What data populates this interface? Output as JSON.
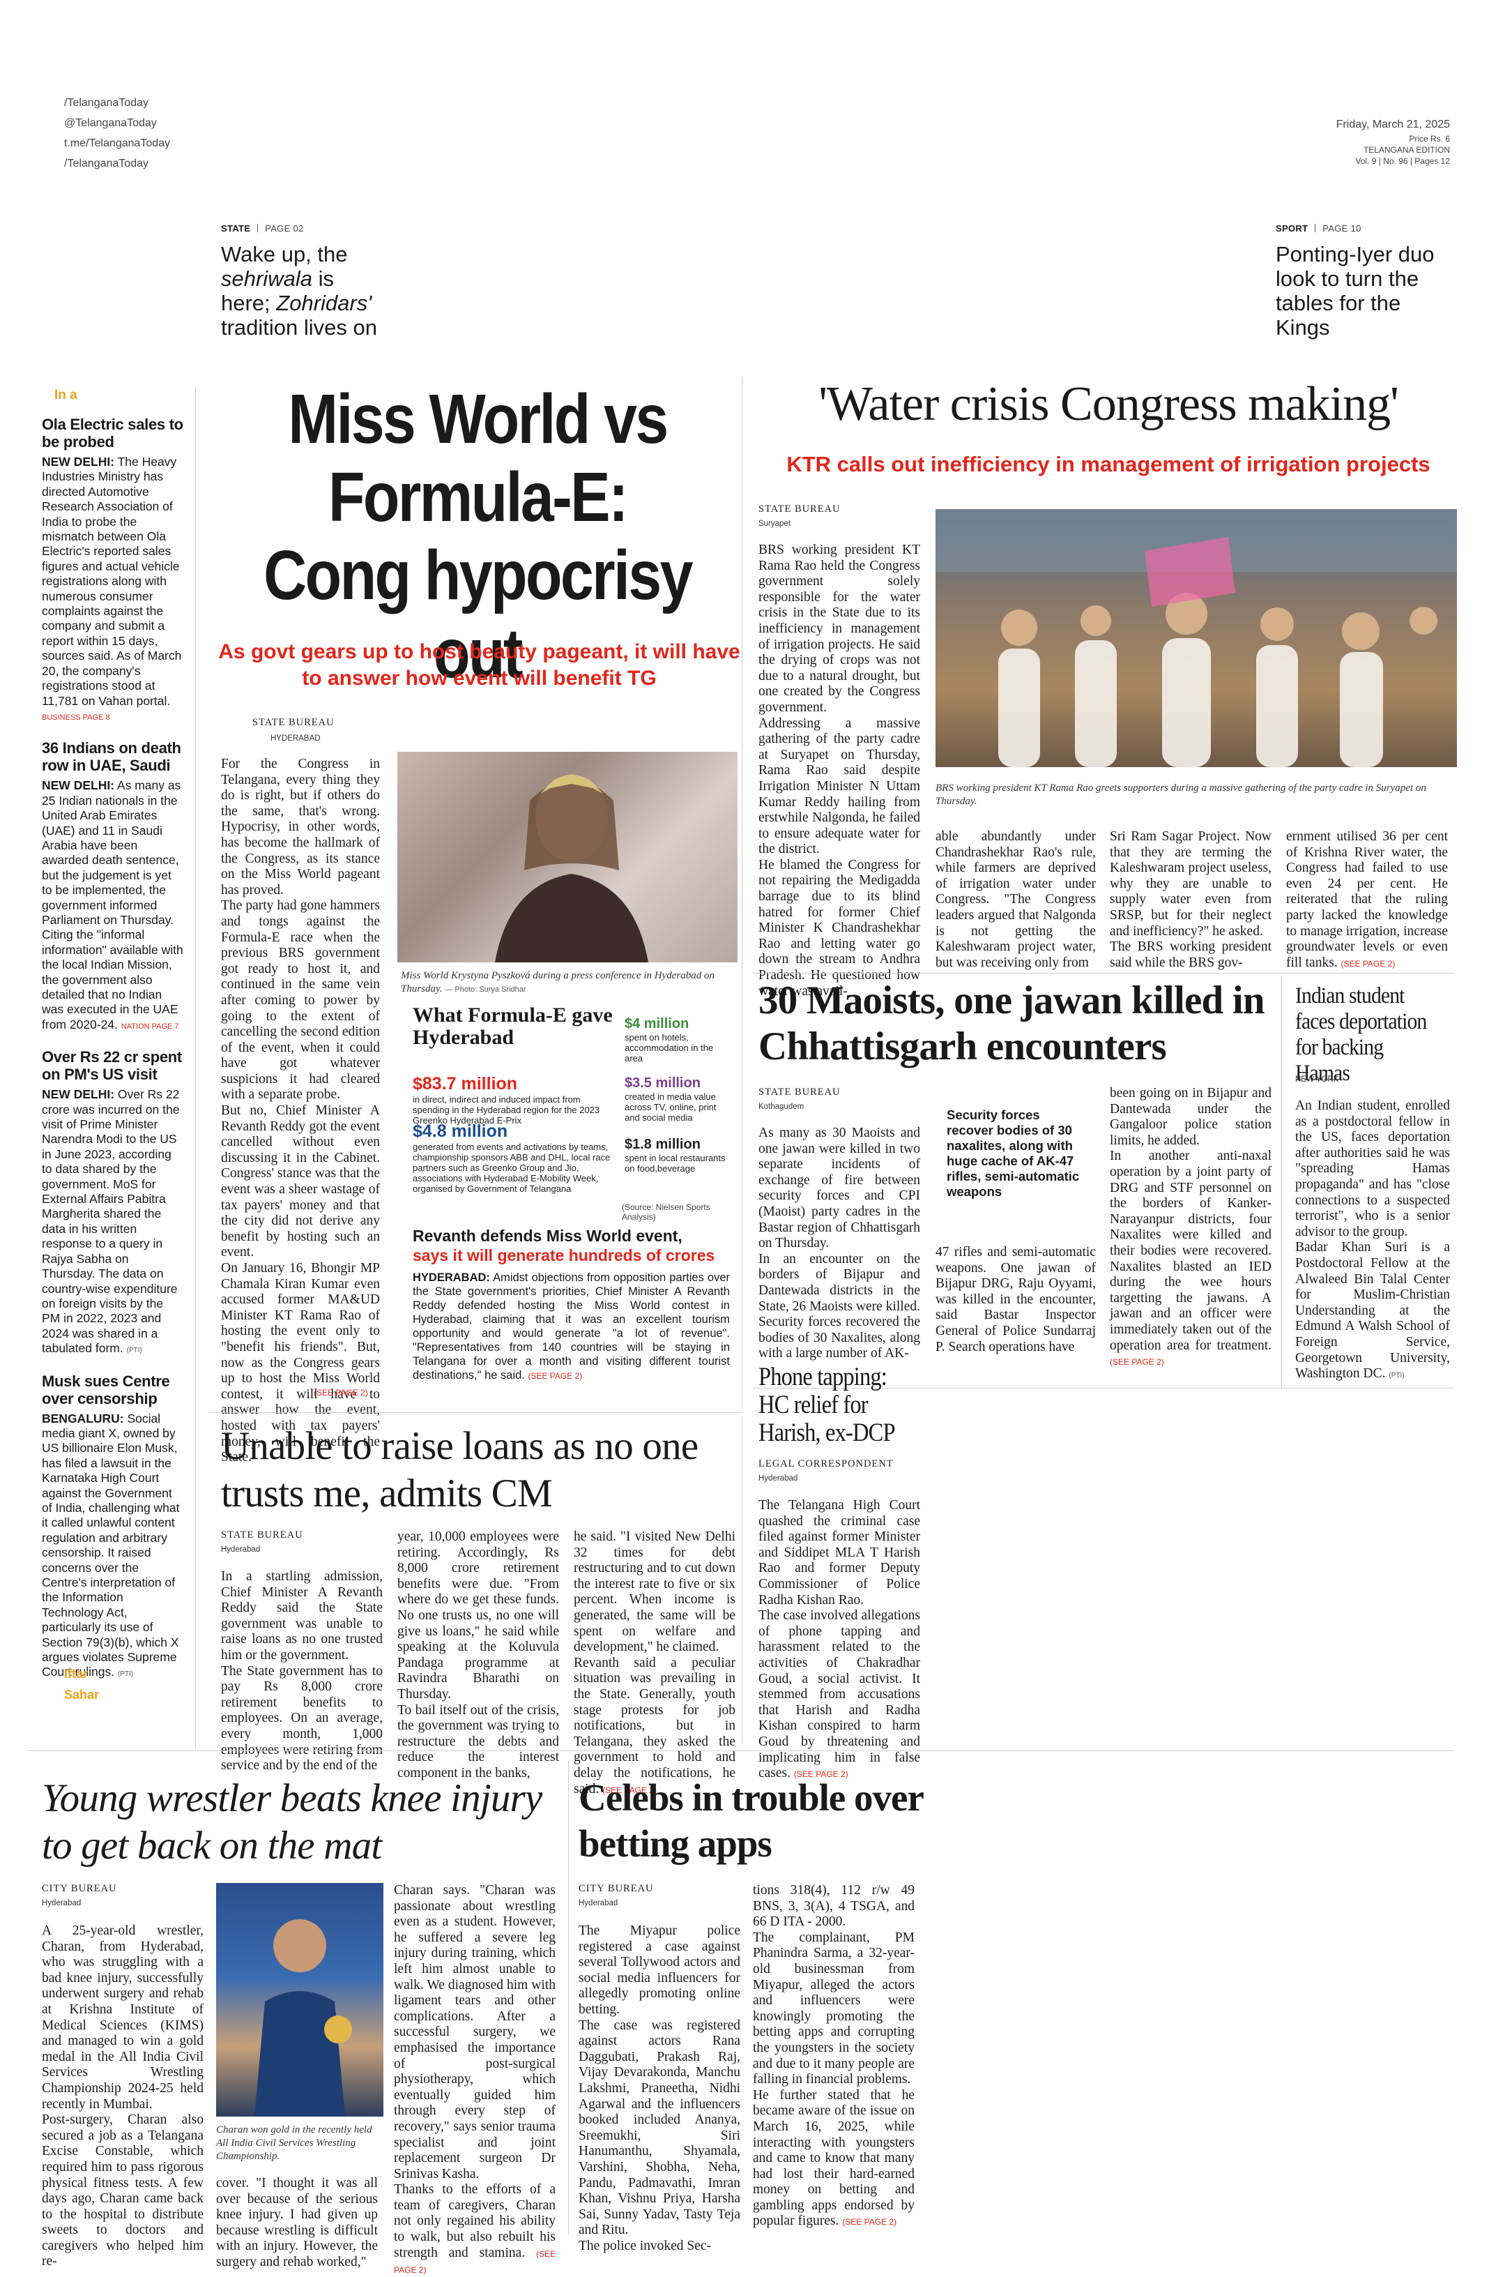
{
  "social": {
    "fb": "/TelanganaToday",
    "tw": "@TelanganaToday",
    "tg": "t.me/TelanganaToday",
    "ig": "/TelanganaToday"
  },
  "masthead": {
    "date": "Friday, March 21, 2025",
    "price": "Price Rs. 6",
    "edition": "TELANGANA EDITION",
    "volume": "Vol. 9 | No. 96 | Pages 12"
  },
  "teasers": {
    "left": {
      "section": "STATE",
      "page": "PAGE 02",
      "line1": "Wake up, the",
      "line2_italic": "sehriwala",
      "line2_rest": " is",
      "line3_a": "here; ",
      "line3_italic": "Zohridars'",
      "line4": "tradition lives on"
    },
    "right": {
      "section": "SPORT",
      "page": "PAGE 10",
      "text": "Ponting-Iyer duo look to turn the tables for the Kings"
    }
  },
  "rail": {
    "label": "In a",
    "briefs": [
      {
        "title": "Ola Electric sales to be probed",
        "dateline": "NEW DELHI:",
        "text": " The Heavy Industries Ministry has directed Automotive Research Association of India to probe the mismatch between Ola Electric's reported sales figures and actual vehicle registrations along with numerous consumer complaints against the company and submit a report within 15 days, sources said. As of March 20, the company's registrations stood at 11,781 on Vahan portal.",
        "see": "BUSINESS PAGE 8"
      },
      {
        "title": "36 Indians on death row in UAE, Saudi",
        "dateline": "NEW DELHI:",
        "text": " As many as 25 Indian nationals in the United Arab Emirates (UAE) and 11 in Saudi Arabia have been awarded death sentence, but the judgement is yet to be implemented, the government informed Parliament on Thursday. Citing the \"informal information\" available with the local Indian Mission, the government also detailed that no Indian was executed in the UAE from 2020-24.",
        "see": "NATION PAGE 7"
      },
      {
        "title": "Over Rs 22 cr spent on PM's US visit",
        "dateline": "NEW DELHI:",
        "text": " Over Rs 22 crore was incurred on the visit of Prime Minister Narendra Modi to the US in June 2023, according to data shared by the government. MoS for External Affairs Pabitra Margherita shared the data in his written response to a query in Rajya Sabha on Thursday. The data on country-wise expenditure on foreign visits by the PM in 2022, 2023 and 2024 was shared in a tabulated form.",
        "see": "(PTI)"
      },
      {
        "title": "Musk sues Centre over censorship",
        "dateline": "BENGALURU:",
        "text": " Social media giant X, owned by US billionaire Elon Musk, has filed a lawsuit in the Karnataka High Court against the Government of India, challenging what it called unlawful content regulation and arbitrary censorship. It raised concerns over the Centre's interpretation of the Information Technology Act, particularly its use of Section 79(3)(b), which X argues violates Supreme Court rulings.",
        "see": "(PTI)"
      }
    ],
    "iftar_label": "Iftar",
    "sahar_label": "Sahar"
  },
  "lead": {
    "headline": "Miss World vs Formula-E: Cong hypocrisy out",
    "deck": "As govt gears up to host beauty pageant, it will have to answer how event will benefit TG",
    "byline": "STATE BUREAU",
    "place": "HYDERABAD",
    "body": "For the Congress in Telangana, every thing they do is right, but if others do the same, that's wrong. Hypocrisy, in other words, has become the hallmark of the Congress, as its stance on the Miss World pageant has proved.\n    The party had gone hammers and tongs against the Formula-E race when the previous BRS government got ready to host it, and continued in the same vein after coming to power by going to the extent of cancelling the second edition of the event, when it could have got whatever suspicions it had cleared with a separate probe.\n    But no, Chief Minister A Revanth Reddy got the event cancelled without even discussing it in the Cabinet. Congress' stance was that the event was a sheer wastage of tax payers' money and that the city did not derive any benefit by hosting such an event.\n    On January 16, Bhongir MP Chamala Kiran Kumar even accused former MA&UD Minister KT Rama Rao of hosting the event only to \"benefit his friends\". But, now as the Congress gears up to host the Miss World contest, it will have to answer how the event, hosted with tax payers' money, will benefit the State.",
    "see": "(SEE PAGE 2)",
    "photo_caption": "Miss World Krystyna Pyszková during a press conference in Hyderabad on Thursday.",
    "photo_credit": "— Photo: Surya Sridhar"
  },
  "infobox": {
    "title": "What Formula-E gave Hyderabad",
    "items": [
      {
        "value": "$83.7 million",
        "text": "in direct, indirect and induced impact from spending in the Hyderabad region for the 2023 Greenko Hyderabad E-Prix"
      },
      {
        "value": "$4.8 million",
        "text": "generated from events and activations by teams, championship sponsors ABB and DHL, local race partners such as Greenko Group and Jio, associations with Hyderabad E-Mobility Week, organised by Government of Telangana"
      },
      {
        "value": "$4 million",
        "text": "spent on hotels, accommodation in the area"
      },
      {
        "value": "$3.5 million",
        "text": "created in media value across TV, online, print and social media"
      },
      {
        "value": "$1.8 million",
        "text": "spent in local restaurants on food,beverage"
      }
    ],
    "source": "(Source: Nielsen Sports Analysis)"
  },
  "revanth": {
    "title1": "Revanth defends Miss World event,",
    "title2": "says it will generate hundreds of crores",
    "dateline": "HYDERABAD:",
    "text": " Amidst objections from opposition parties over the State government's priorities, Chief Minister A Revanth Reddy defended hosting the Miss World contest in Hyderabad, claiming that it was an excellent tourism opportunity and would generate \"a lot of revenue\". \"Representatives from 140 countries will be staying in Telangana for over a month and visiting different tourist destinations,\" he said.",
    "see": "(SEE PAGE 2)"
  },
  "water": {
    "headline": "'Water crisis Congress making'",
    "deck": "KTR calls out inefficiency in management of irrigation projects",
    "byline": "STATE BUREAU",
    "place": "Suryapet",
    "col1": "BRS working president KT Rama Rao held the Congress government solely responsible for the water crisis in the State due to its inefficiency in management of irrigation projects. He said the drying of crops was not due to a natural drought, but one created by the Congress government.\n    Addressing a massive gathering of the party cadre at Suryapet on Thursday, Rama Rao said despite Irrigation Minister N Uttam Kumar Reddy hailing from erstwhile Nalgonda, he failed to ensure adequate water for the district.\n    He blamed the Congress for not repairing the Medigadda barrage due to its blind hatred for former Chief Minister K Chandrashekhar Rao and letting water go down the stream to Andhra Pradesh. He questioned how water was avail-",
    "col2": "able abundantly under Chandrashekhar Rao's rule, while farmers are deprived of irrigation water under Congress. \"The Congress leaders argued that Nalgonda is not getting the Kaleshwaram project water, but was receiving only from",
    "col3": "Sri Ram Sagar Project. Now that they are terming the Kaleshwaram project useless, why they are unable to supply water even from SRSP, but for their neglect and inefficiency?\" he asked.\n    The BRS working president said while the BRS gov-",
    "col4": "ernment utilised 36 per cent of Krishna River water, the Congress had failed to use even 24 per cent. He reiterated that the ruling party lacked the knowledge to manage irrigation, increase groundwater levels or even fill tanks.",
    "see": "(SEE PAGE 2)",
    "photo_caption": "BRS working president KT Rama Rao greets supporters during a massive gathering of the party cadre in Suryapet on Thursday."
  },
  "maoists": {
    "headline": "30 Maoists, one jawan killed in Chhattisgarh encounters",
    "byline": "STATE BUREAU",
    "place": "Kothagudem",
    "col1": "As many as 30 Maoists and one jawan were killed in two separate incidents of exchange of fire between security forces and CPI (Maoist) party cadres in the Bastar region of Chhattisgarh on Thursday.\n    In an encounter on the borders of Bijapur and Dantewada districts in the State, 26 Maoists were killed. Security forces recovered the bodies of 30 Naxalites, along with a large number of AK-",
    "pull": "Security forces recover bodies of 30 naxalites, along with huge cache of AK-47 rifles, semi-automatic weapons",
    "col2b": "47 rifles and semi-automatic weapons. One jawan of Bijapur DRG, Raju Oyyami, was killed in the encounter, said Bastar Inspector General of Police Sundarraj P. Search operations have",
    "col3": "been going on in Bijapur and Dantewada under the Gangaloor police station limits, he added.\n    In another anti-naxal operation by a joint party of DRG and STF personnel on the borders of Kanker-Narayanpur districts, four Naxalites were killed and their bodies were recovered. Naxalites blasted an IED during the wee hours targetting the jawans. A jawan and an officer were immediately taken out of the operation area for treatment.",
    "see": "(SEE PAGE 2)"
  },
  "student": {
    "headline": "Indian student faces deportation for backing Hamas",
    "place": "NEW YORK",
    "body": "An Indian student, enrolled as a postdoctoral fellow in the US, faces deportation after authorities said he was \"spreading Hamas propaganda\" and has \"close connections to a suspected terrorist\", who is a senior advisor to the group.\n    Badar Khan Suri is a Postdoctoral Fellow at the Alwaleed Bin Talal Center for Muslim-Christian Understanding at the Edmund A Walsh School of Foreign Service, Georgetown University, Washington DC.",
    "see": "(PTI)"
  },
  "loans": {
    "headline": "Unable to raise loans as no one trusts me, admits CM",
    "byline": "STATE BUREAU",
    "place": "Hyderabad",
    "col1": "In a startling admission, Chief Minister A Revanth Reddy said the State government was unable to raise loans as no one trusted him or the government.\n    The State government has to pay Rs 8,000 crore retirement benefits to employees. On an average, every month, 1,000 employees were retiring from service and by the end of the",
    "col2": "year, 10,000 employees were retiring. Accordingly, Rs 8,000 crore retirement benefits were due. \"From where do we get these funds. No one trusts us, no one will give us loans,\" he said while speaking at the Koluvula Pandaga programme at Ravindra Bharathi on Thursday.\n    To bail itself out of the crisis, the government was trying to restructure the debts and reduce the interest component in the banks,",
    "col3": "he said. \"I visited New Delhi 32 times for debt restructuring and to cut down the interest rate to five or six percent. When income is generated, the same will be spent on welfare and development,\" he claimed.\n    Revanth said a peculiar situation was prevailing in the State. Generally, youth stage protests for job notifications, but in Telangana, they asked the government to hold and delay the notifications, he said.",
    "see": "(SEE PAGE 2)"
  },
  "phone": {
    "headline": "Phone tapping: HC relief for Harish, ex-DCP",
    "byline": "LEGAL CORRESPONDENT",
    "place": "Hyderabad",
    "body": "The Telangana High Court quashed the criminal case filed against former Minister and Siddipet MLA T Harish Rao and former Deputy Commissioner of Police Radha Kishan Rao.\n    The case involved allegations of phone tapping and harassment related to the activities of Chakradhar Goud, a social activist. It stemmed from accusations that Harish and Radha Kishan conspired to harm Goud by threatening and implicating him in false cases.",
    "see": "(SEE PAGE 2)"
  },
  "wrestler": {
    "headline": "Young wrestler beats knee injury to get back on the mat",
    "byline": "CITY BUREAU",
    "place": "Hyderabad",
    "col1": "A 25-year-old wrestler, Charan, from Hyderabad, who was struggling with a bad knee injury, successfully underwent surgery and rehab at Krishna Institute of Medical Sciences (KIMS) and managed to win a gold medal in the All India Civil Services Wrestling Championship 2024-25 held recently in Mumbai.\n    Post-surgery, Charan also secured a job as a Telangana Excise Constable, which required him to pass rigorous physical fitness tests. A few days ago, Charan came back to the hospital to distribute sweets to doctors and caregivers who helped him re-",
    "col2b": "cover. \"I thought it was all over because of the serious knee injury. I had given up because wrestling is difficult with an injury. However, the surgery and rehab worked,\"",
    "col3": "Charan says. \"Charan was passionate about wrestling even as a student. However, he suffered a severe leg injury during training, which left him almost unable to walk. We diagnosed him with ligament tears and other complications. After a successful surgery, we emphasised the importance of post-surgical physiotherapy, which eventually guided him through every step of recovery,\" says senior trauma specialist and joint replacement surgeon Dr Srinivas Kasha.\n    Thanks to the efforts of a team of caregivers, Charan not only regained his ability to walk, but also rebuilt his strength and stamina.",
    "see": "(SEE PAGE 2)",
    "photo_caption": "Charan won gold in the recently held All India Civil Services Wrestling Championship."
  },
  "celebs": {
    "headline": "Celebs in trouble over betting apps",
    "byline": "CITY BUREAU",
    "place": "Hyderabad",
    "col1": "The Miyapur police registered a case against several Tollywood actors and social media influencers for allegedly promoting online betting.\n    The case was registered against actors Rana Daggubati, Prakash Raj, Vijay Devarakonda, Manchu Lakshmi, Praneetha, Nidhi Agarwal and the influencers booked included Ananya, Sreemukhi, Siri Hanumanthu, Shyamala, Varshini, Shobha, Neha, Pandu, Padmavathi, Imran Khan, Vishnu Priya, Harsha Sai, Sunny Yadav, Tasty Teja and Ritu.\n    The police invoked Sec-",
    "col2": "tions 318(4), 112 r/w 49 BNS, 3, 3(A), 4 TSGA, and 66 D ITA - 2000.\n    The complainant, PM Phanindra Sarma, a 32-year-old businessman from Miyapur, alleged the actors and influencers were knowingly promoting the betting apps and corrupting the youngsters in the society and due to it many people are falling in financial problems.\n    He further stated that he became aware of the issue on March 16, 2025, while interacting with youngsters and came to know that many had lost their hard-earned money on betting and gambling apps endorsed by popular figures.",
    "see": "(SEE PAGE 2)"
  }
}
